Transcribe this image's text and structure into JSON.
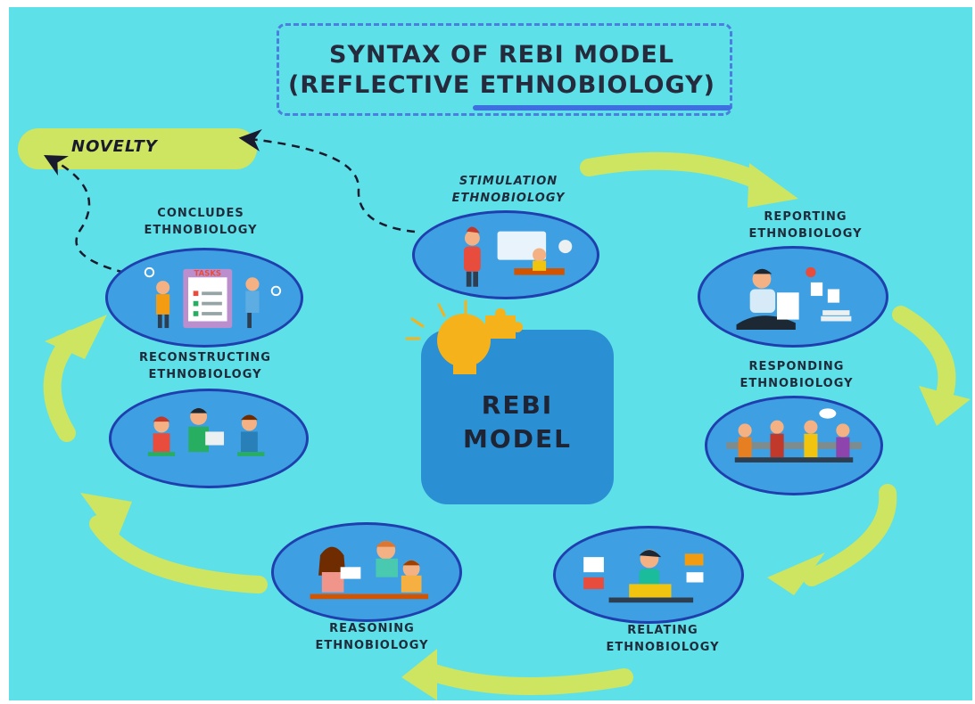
{
  "title": {
    "line1": "SYNTAX OF REBI MODEL",
    "line2": "(REFLECTIVE ETHNOBIOLOGY)"
  },
  "novelty": "NOVELTY",
  "center": {
    "line1": "REBI",
    "line2": "MODEL"
  },
  "stages": {
    "stimulation": {
      "line1": "STIMULATION",
      "line2": "ETHNOBIOLOGY"
    },
    "reporting": {
      "line1": "REPORTING",
      "line2": "ETHNOBIOLOGY"
    },
    "responding": {
      "line1": "RESPONDING",
      "line2": "ETHNOBIOLOGY"
    },
    "relating": {
      "line1": "RELATING",
      "line2": "ETHNOBIOLOGY"
    },
    "reasoning": {
      "line1": "REASONING",
      "line2": "ETHNOBIOLOGY"
    },
    "reconstructing": {
      "line1": "RECONSTRUCTING",
      "line2": "ETHNOBIOLOGY"
    },
    "concludes": {
      "line1": "CONCLUDES",
      "line2": "ETHNOBIOLOGY"
    }
  },
  "tasks_board": "TASKS",
  "colors": {
    "background": "#5ee0e8",
    "circle_fill": "#3e9fe2",
    "circle_border": "#1f3fae",
    "arrow": "#cde560",
    "center_box": "#2b8fd3",
    "bulb": "#f5b21b"
  },
  "icons": [
    "lightbulb-icon",
    "puzzle-piece-icon",
    "curved-arrow-icon",
    "dashed-arrow-icon"
  ]
}
